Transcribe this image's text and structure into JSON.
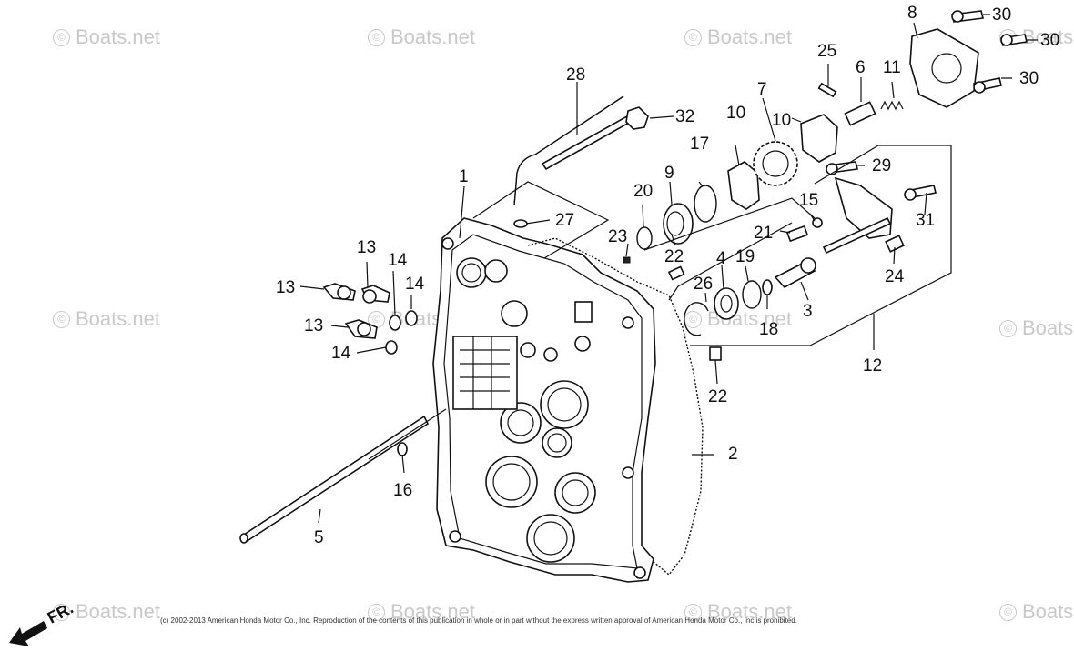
{
  "watermark": "Boats.net",
  "copyright_symbol": "©",
  "copyright": "(c) 2002-2013 American Honda Motor Co., Inc. Reproduction of the contents of this publication in whole or in part without the express written approval of American Honda Motor Co., Inc is prohibited.",
  "direction_label": "FR.",
  "callouts": {
    "c1": "1",
    "c2": "2",
    "c3": "3",
    "c4": "4",
    "c5": "5",
    "c6": "6",
    "c7": "7",
    "c8": "8",
    "c9": "9",
    "c10a": "10",
    "c10b": "10",
    "c11": "11",
    "c12": "12",
    "c13a": "13",
    "c13b": "13",
    "c13c": "13",
    "c14a": "14",
    "c14b": "14",
    "c14c": "14",
    "c15": "15",
    "c16": "16",
    "c17": "17",
    "c18": "18",
    "c19": "19",
    "c20": "20",
    "c21": "21",
    "c22a": "22",
    "c22b": "22",
    "c23": "23",
    "c24": "24",
    "c25": "25",
    "c26": "26",
    "c27": "27",
    "c28": "28",
    "c29": "29",
    "c30a": "30",
    "c30b": "30",
    "c30c": "30",
    "c31": "31",
    "c32": "32"
  }
}
